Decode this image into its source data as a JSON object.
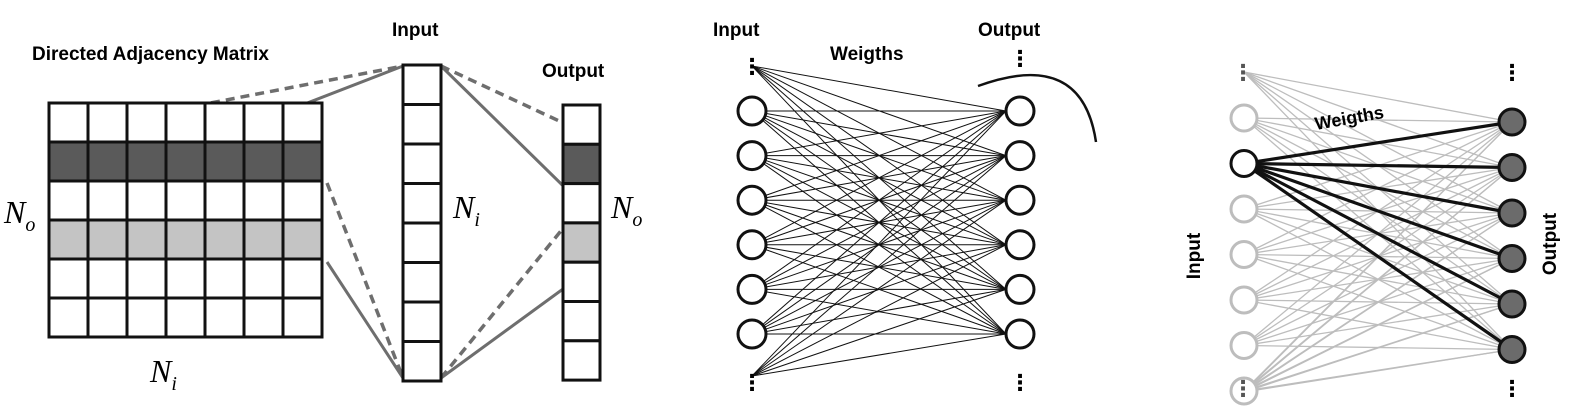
{
  "panel1": {
    "title": "Directed Adjacency Matrix",
    "input_label": "Input",
    "output_label": "Output",
    "row_symbol": "N",
    "row_subscript": "o",
    "col_symbol": "N",
    "col_subscript": "i",
    "input_symbol": "N",
    "input_subscript": "i",
    "output_symbol": "N",
    "output_subscript": "o",
    "matrix_rows": 6,
    "matrix_cols": 7,
    "input_cells": 8,
    "output_cells": 7,
    "dark_row": 1,
    "light_row": 3
  },
  "panel2": {
    "input_label": "Input",
    "weights_label": "Weigths",
    "output_label": "Output",
    "ellipsis": "⋮",
    "input_nodes": 6,
    "output_nodes": 6
  },
  "panel3": {
    "input_label": "Input",
    "weights_label": "Weigths",
    "output_label": "Output",
    "ellipsis": "⋮",
    "input_nodes": 6,
    "output_nodes": 6,
    "highlighted_input": 1
  },
  "colors": {
    "ink": "#111111",
    "dark_fill": "#5a5a5a",
    "light_fill": "#c4c4c4",
    "connector": "#6e6e6e",
    "faded": "#bdbdbd",
    "node_fill": "#6b6b6b"
  }
}
